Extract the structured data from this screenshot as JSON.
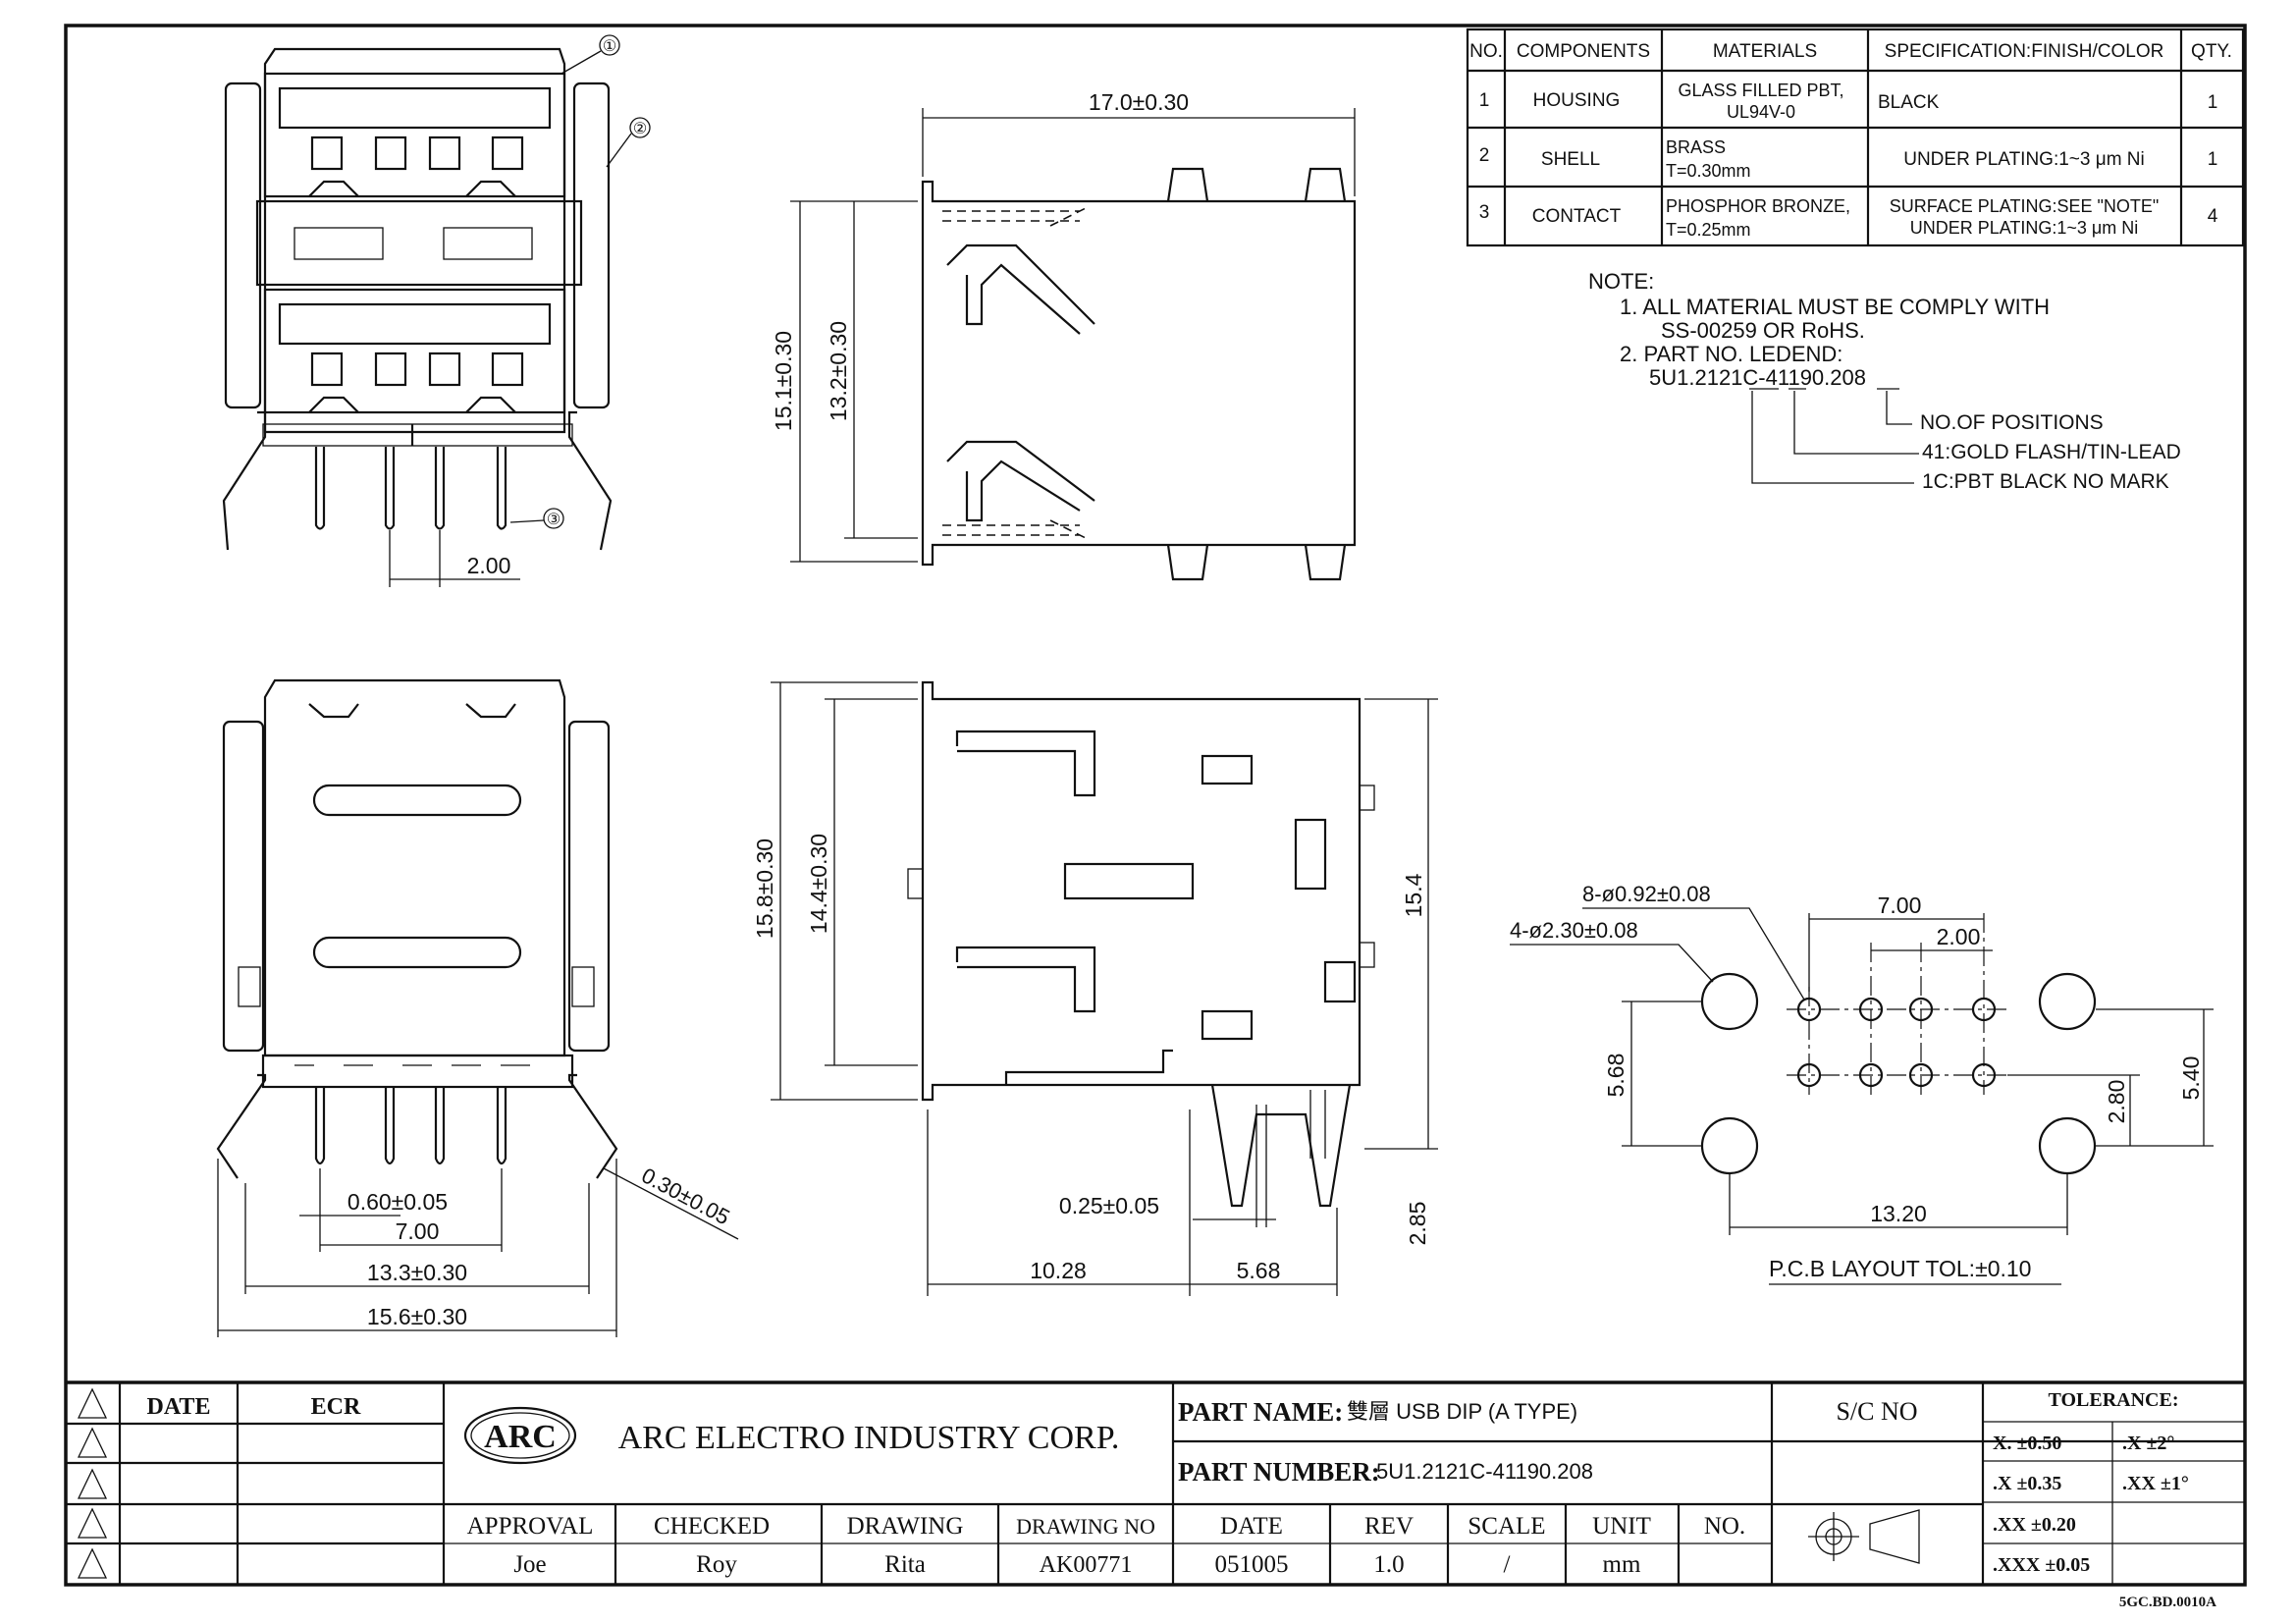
{
  "bom": {
    "headers": [
      "NO.",
      "COMPONENTS",
      "MATERIALS",
      "SPECIFICATION:FINISH/COLOR",
      "QTY."
    ],
    "rows": [
      {
        "no": "1",
        "component": "HOUSING",
        "material_1": "GLASS FILLED PBT,",
        "material_2": "UL94V-0",
        "spec_1": "BLACK",
        "spec_2": "",
        "qty": "1"
      },
      {
        "no": "2",
        "component": "SHELL",
        "material_1": "BRASS",
        "material_2": "T=0.30mm",
        "spec_1": "UNDER PLATING:1~3 μm Ni",
        "spec_2": "",
        "qty": "1"
      },
      {
        "no": "3",
        "component": "CONTACT",
        "material_1": "PHOSPHOR BRONZE,",
        "material_2": "T=0.25mm",
        "spec_1": "SURFACE PLATING:SEE \"NOTE\"",
        "spec_2": "UNDER PLATING:1~3 μm Ni",
        "qty": "4"
      }
    ]
  },
  "notes": {
    "title": "NOTE:",
    "line1": "1. ALL MATERIAL MUST BE COMPLY WITH",
    "line2": "SS-00259 OR RoHS.",
    "line3": "2. PART NO. LEDEND:",
    "part_code": "5U1.2121C-41190.208",
    "legend": [
      "NO.OF POSITIONS",
      "41:GOLD FLASH/TIN-LEAD",
      "1C:PBT BLACK NO MARK"
    ]
  },
  "callouts": [
    "①",
    "②",
    "③"
  ],
  "dimensions": {
    "front_pitch": "2.00",
    "side_width": "17.0±0.30",
    "side_height_outer": "15.1±0.30",
    "side_height_inner": "13.2±0.30",
    "rear_pin_width": "0.60±0.05",
    "rear_span_700": "7.00",
    "rear_width_133": "13.3±0.30",
    "rear_width_156": "15.6±0.30",
    "rear_thickness": "0.30±0.05",
    "bottom_height_outer": "15.8±0.30",
    "bottom_height_inner": "14.4±0.30",
    "bottom_height_right": "15.4",
    "bottom_pin": "0.25±0.05",
    "bottom_1028": "10.28",
    "bottom_568": "5.68",
    "bottom_285": "2.85",
    "pcb_small_holes": "8-ø0.92±0.08",
    "pcb_large_holes": "4-ø2.30±0.08",
    "pcb_700": "7.00",
    "pcb_200": "2.00",
    "pcb_568": "5.68",
    "pcb_280": "2.80",
    "pcb_540": "5.40",
    "pcb_1320": "13.20",
    "pcb_caption": "P.C.B LAYOUT TOL:±0.10"
  },
  "title_block": {
    "rev_headers": [
      "DATE",
      "ECR"
    ],
    "logo": "ARC",
    "company": "ARC ELECTRO INDUSTRY CORP.",
    "part_name_label": "PART NAME:",
    "part_name_value": "雙層 USB DIP (A TYPE)",
    "part_number_label": "PART NUMBER:",
    "part_number_value": "5U1.2121C-41190.208",
    "sc_no_label": "S/C NO",
    "approval_label": "APPROVAL",
    "approval": "Joe",
    "checked_label": "CHECKED",
    "checked": "Roy",
    "drawing_label": "DRAWING",
    "drawing": "Rita",
    "drawing_no_label": "DRAWING NO",
    "drawing_no": "AK00771",
    "date_label": "DATE",
    "date": "051005",
    "rev_label": "REV",
    "rev": "1.0",
    "scale_label": "SCALE",
    "scale": "/",
    "unit_label": "UNIT",
    "unit": "mm",
    "no_label": "NO.",
    "no": "",
    "tolerance_label": "TOLERANCE:",
    "tolerances": [
      "X. ±0.50",
      ".X ±2°",
      ".X ±0.35",
      ".XX ±1°",
      ".XX ±0.20",
      ".XXX ±0.05"
    ],
    "form_code": "5GC.BD.0010A"
  },
  "colors": {
    "line": "#111111",
    "background": "#ffffff"
  }
}
